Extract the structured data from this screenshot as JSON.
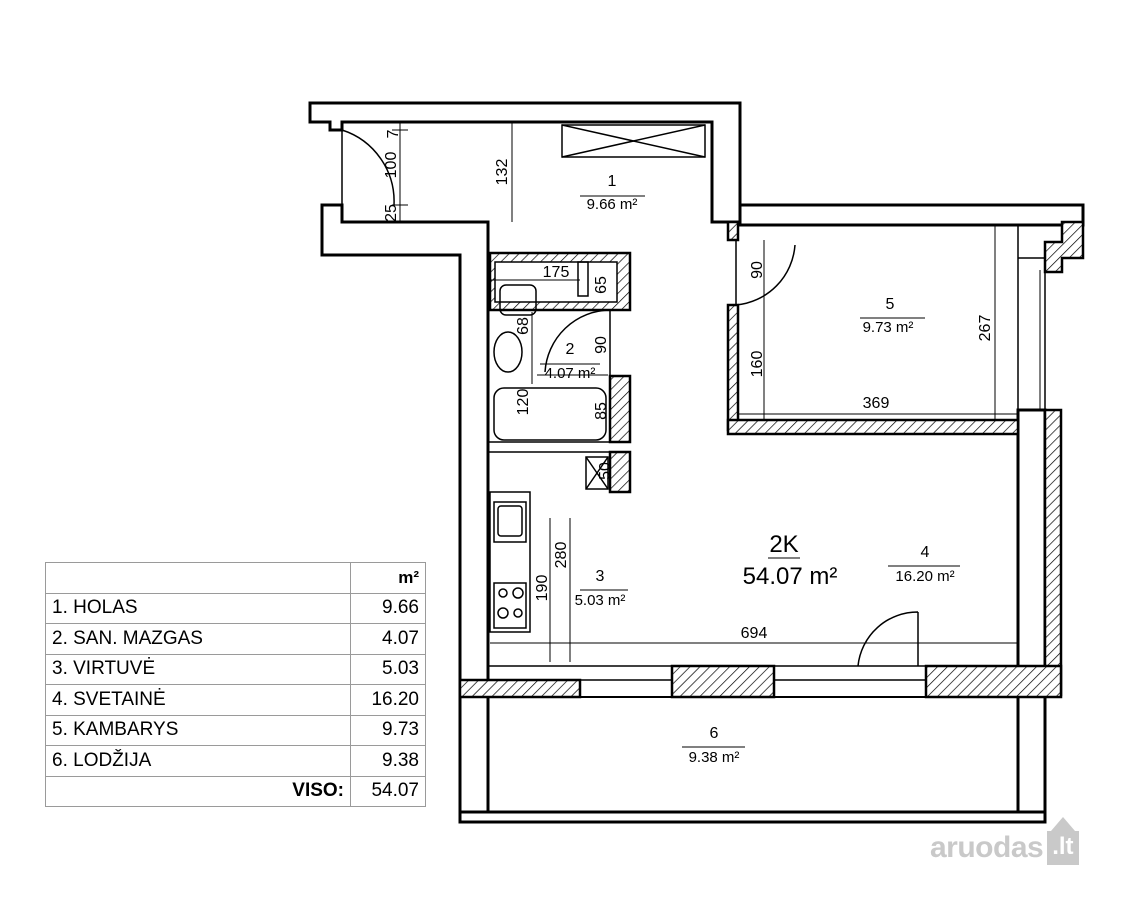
{
  "plan": {
    "unit_code": "2K",
    "total_area": "54.07 m²",
    "rooms": [
      {
        "num": "1",
        "area": "9.66 m²"
      },
      {
        "num": "2",
        "area": "4.07 m²"
      },
      {
        "num": "3",
        "area": "5.03 m²"
      },
      {
        "num": "4",
        "area": "16.20 m²"
      },
      {
        "num": "5",
        "area": "9.73 m²"
      },
      {
        "num": "6",
        "area": "9.38 m²"
      }
    ],
    "dimensions": [
      "7",
      "100",
      "25",
      "132",
      "175",
      "65",
      "68",
      "90",
      "120",
      "85",
      "50",
      "280",
      "190",
      "694",
      "90",
      "160",
      "267",
      "369"
    ]
  },
  "table": {
    "unit_header": "m²",
    "rows": [
      {
        "name": "1. HOLAS",
        "value": "9.66"
      },
      {
        "name": "2. SAN. MAZGAS",
        "value": "4.07"
      },
      {
        "name": "3. VIRTUVĖ",
        "value": "5.03"
      },
      {
        "name": "4. SVETAINĖ",
        "value": "16.20"
      },
      {
        "name": "5. KAMBARYS",
        "value": "9.73"
      },
      {
        "name": "6. LODŽIJA",
        "value": "9.38"
      }
    ],
    "total_label": "VISO:",
    "total_value": "54.07"
  },
  "brand": {
    "name": "aruodas",
    "badge": ".lt"
  }
}
